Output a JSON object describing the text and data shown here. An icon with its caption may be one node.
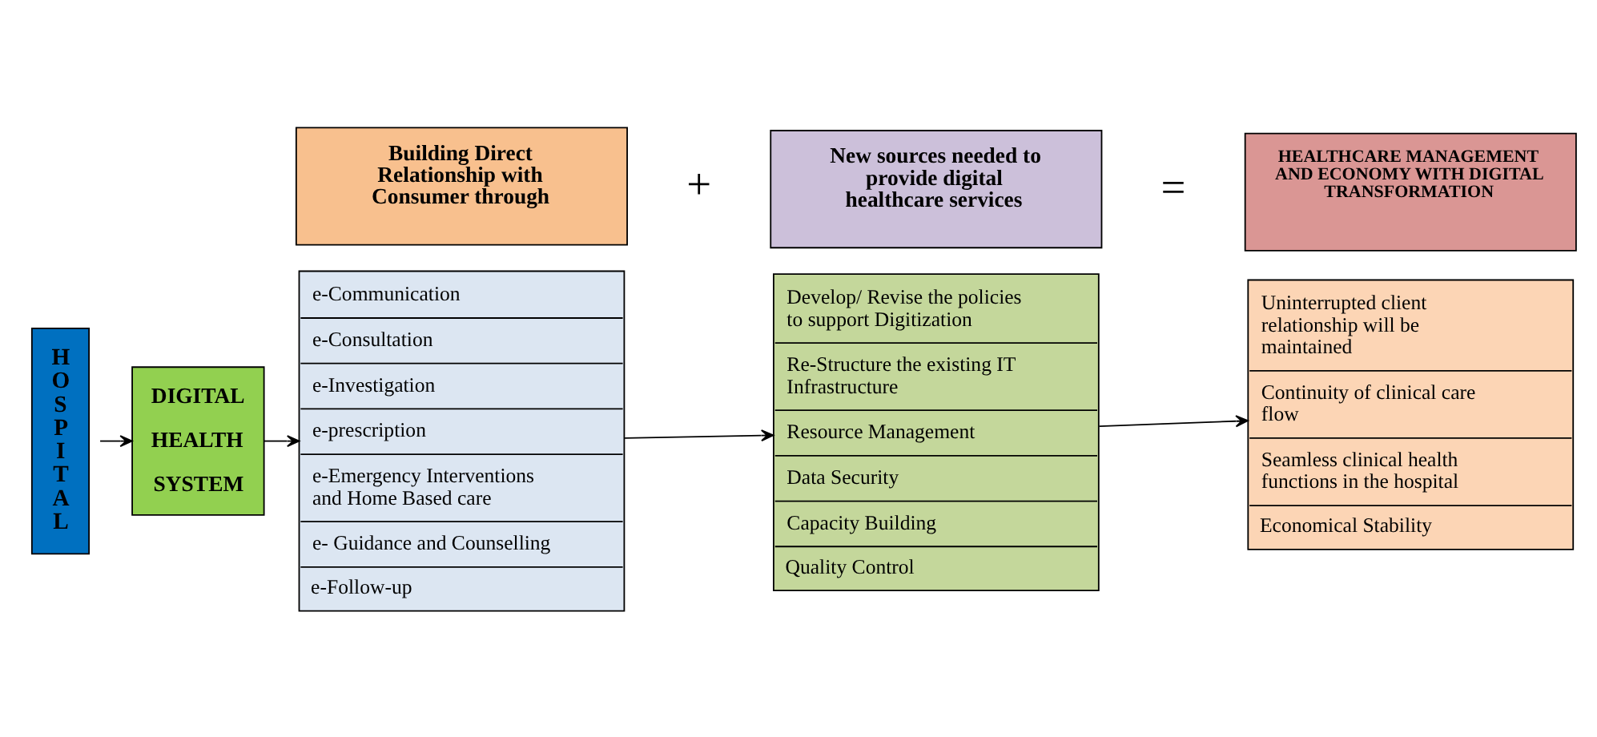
{
  "diagram": {
    "nodes": [
      {
        "text": [
          "HOSPITAL"
        ]
      },
      {
        "text": [
          "DIGITAL HEALTH SYSTEM"
        ]
      },
      {
        "text": [
          "Building Direct Relationship with Consumer through"
        ]
      },
      {
        "text": [
          "New sources needed to provide digital healthcare services"
        ]
      },
      {
        "text": [
          "HEALTHCARE MANAGEMENT AND ECONOMY WITH DIGITAL TRANSFORMATION"
        ]
      },
      {
        "text": [
          "e-Communication",
          "e-Consultation",
          "e-Investigation",
          "e-prescription",
          "e-Emergency Interventions and Home Based care",
          "e- Guidance and Counselling",
          "e-Follow-up"
        ]
      },
      {
        "text": [
          "Develop/ Revise the policies to support Digitization",
          "Re-Structure the existing IT Infrastructure",
          "Resource Management",
          "Data Security",
          "Capacity Building",
          "Quality Control"
        ]
      },
      {
        "text": [
          "Uninterrupted client relationship will be maintained",
          "Continuity of clinical care flow",
          "Seamless clinical health functions in the hospital",
          "Economical Stability"
        ]
      }
    ],
    "edges": [
      {
        "from": 0,
        "to": 1,
        "arrow": "to"
      },
      {
        "from": 1,
        "to": 5,
        "arrow": "to"
      },
      {
        "from": 5,
        "to": 6,
        "arrow": "to"
      },
      {
        "from": 6,
        "to": 7,
        "arrow": "to"
      }
    ],
    "labels": [
      "+",
      "="
    ]
  }
}
